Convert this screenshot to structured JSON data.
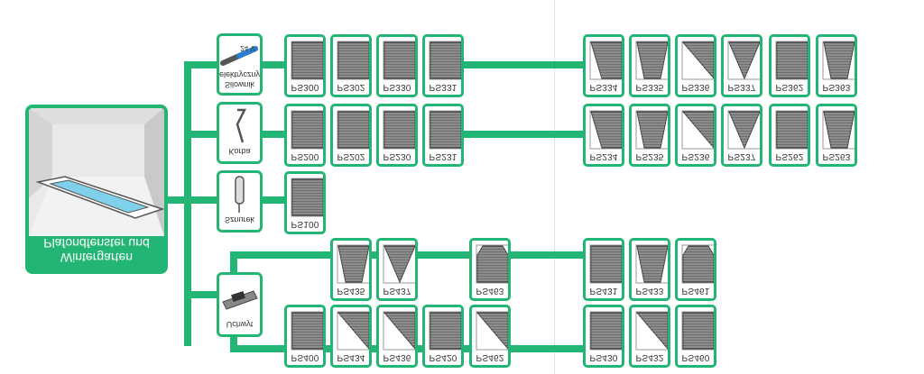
{
  "main": {
    "title_line1": "Plafondfenster und",
    "title_line2": "Wintergarten"
  },
  "options": [
    {
      "label1": "Silownik",
      "label2": "elektryczny",
      "sublabel": "24 V"
    },
    {
      "label1": "Korba",
      "label2": ""
    },
    {
      "label1": "Sznurek",
      "label2": ""
    },
    {
      "label1": "Uchwyt",
      "label2": ""
    }
  ],
  "rows": {
    "r1_left": [
      "PS300",
      "PS302",
      "PS330",
      "PS331"
    ],
    "r1_right": [
      "PS334",
      "PS335",
      "PS336",
      "PS337",
      "PS362",
      "PS363"
    ],
    "r2_left": [
      "PS200",
      "PS202",
      "PS230",
      "PS231"
    ],
    "r2_right": [
      "PS234",
      "PS235",
      "PS236",
      "PS237",
      "PS262",
      "PS263"
    ],
    "r3": [
      "PS100"
    ],
    "r4_mid": [
      "PS435",
      "PS437",
      "PS463"
    ],
    "r4_right": [
      "PS431",
      "PS433",
      "PS461"
    ],
    "r5_left": [
      "PS400",
      "PS434",
      "PS436",
      "PS420",
      "PS462"
    ],
    "r5_right": [
      "PS430",
      "PS432",
      "PS460"
    ]
  },
  "colors": {
    "accent": "#23b574",
    "ink": "#444444"
  }
}
